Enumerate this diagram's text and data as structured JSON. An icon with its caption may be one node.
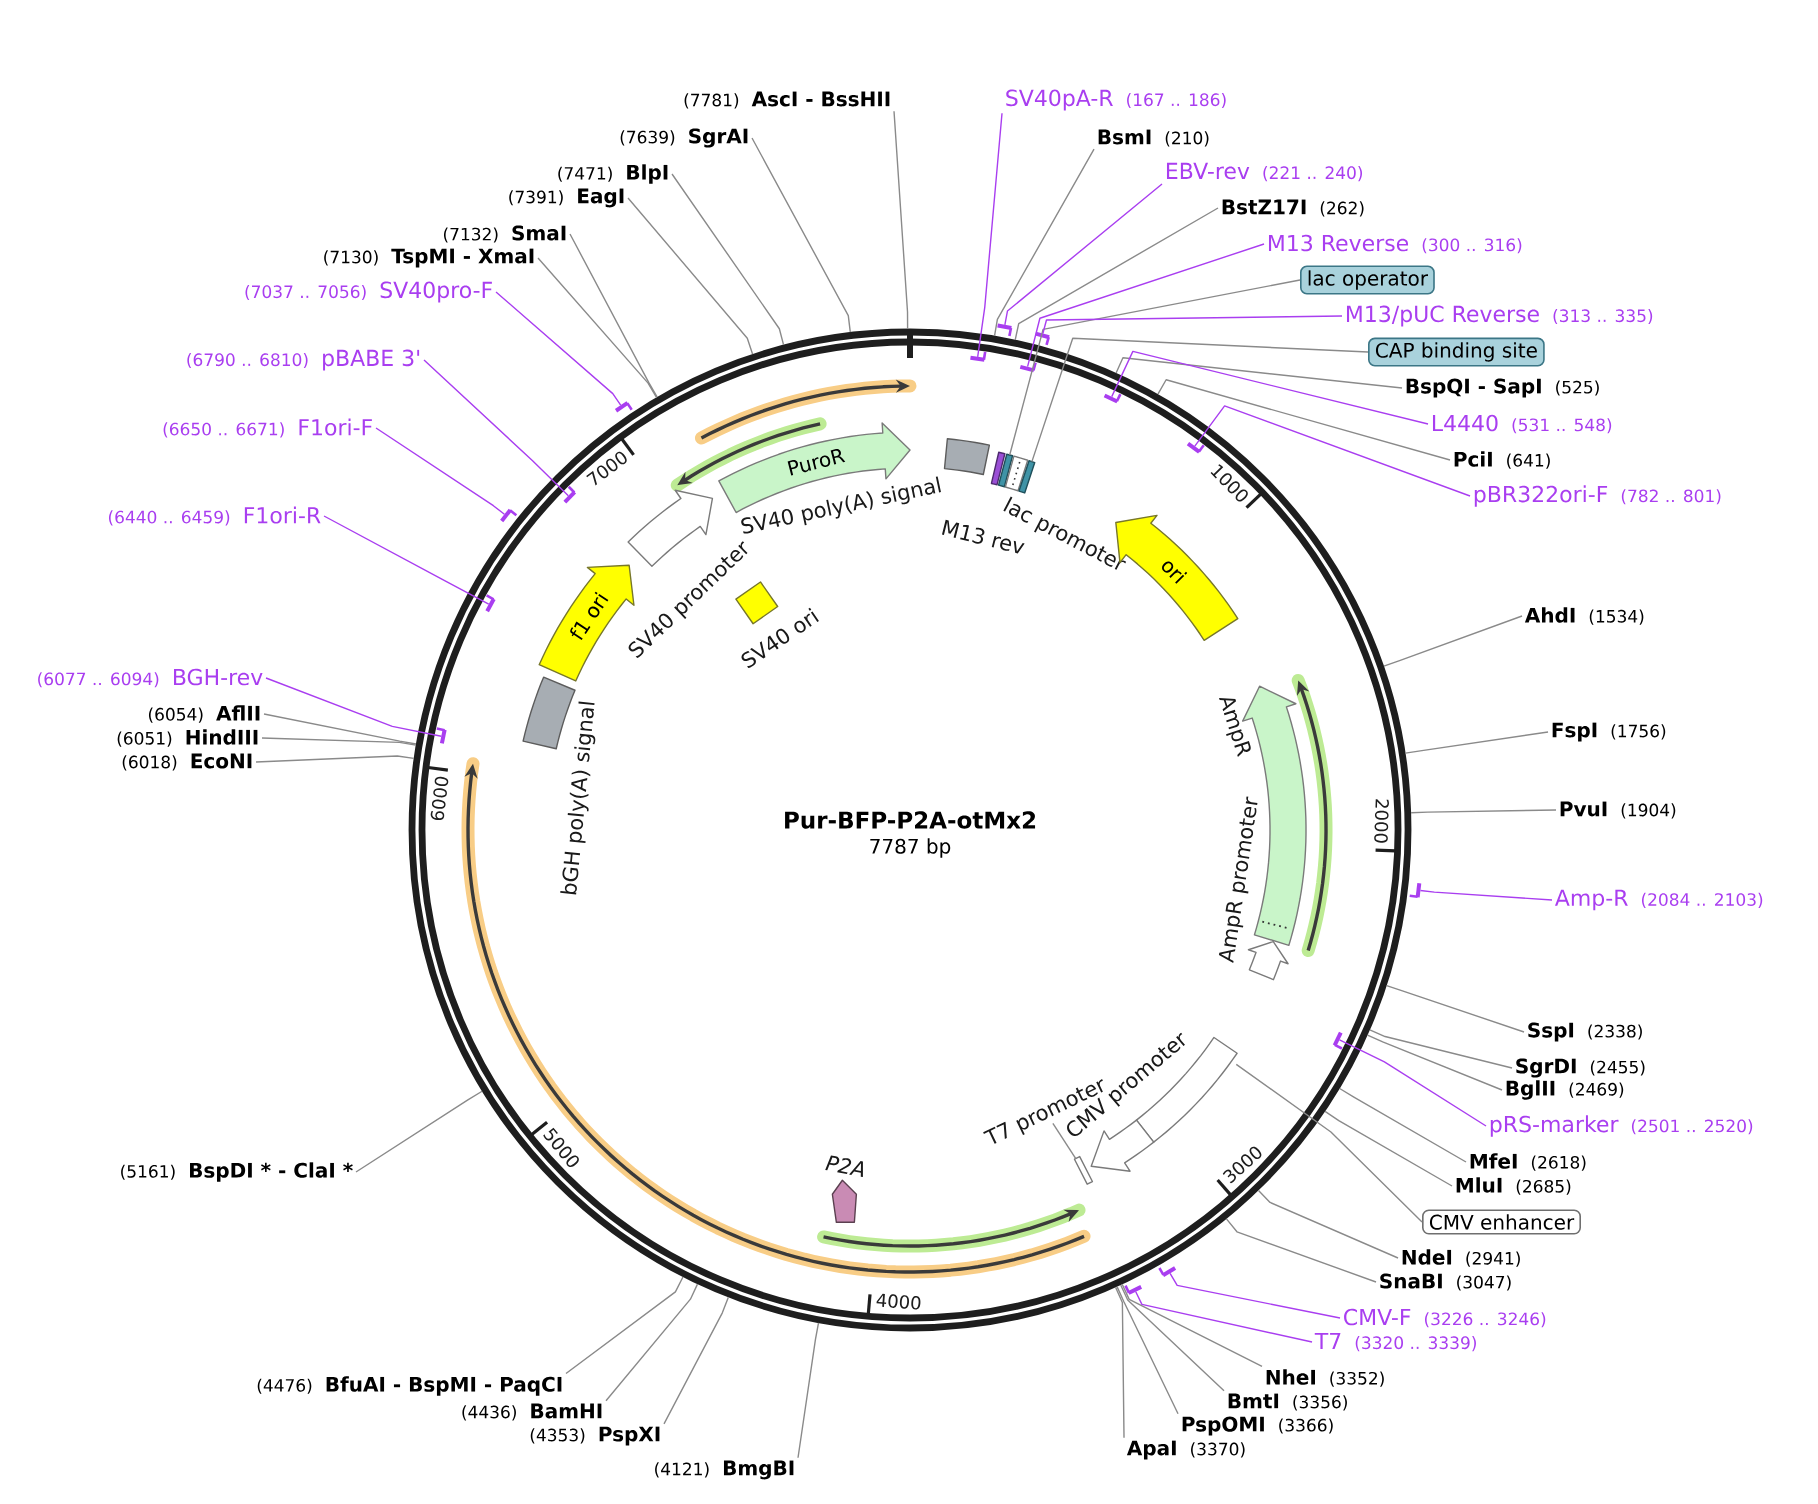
{
  "diagram": {
    "title": "Pur-BFP-P2A-otMx2",
    "nodes": [
      {
        "text": [],
        "shape": "circle"
      },
      {
        "text": [
          "PuroR"
        ],
        "in": 0
      },
      {
        "text": [
          "SV40 poly(A) signal"
        ],
        "in": 0
      },
      {
        "text": [
          "M13 rev"
        ],
        "in": 0
      },
      {
        "text": [],
        "shape": "box",
        "in": 0
      },
      {
        "text": [
          "lac promoter"
        ],
        "in": 0
      },
      {
        "text": [],
        "shape": "box",
        "in": 0
      },
      {
        "text": [
          "ori"
        ],
        "in": 0
      },
      {
        "text": [
          "AmpR"
        ],
        "in": 0
      },
      {
        "text": [
          "AmpR promoter"
        ],
        "in": 0
      },
      {
        "text": [],
        "shape": "box",
        "in": 0
      },
      {
        "text": [
          "CMV promoter"
        ],
        "in": 0
      },
      {
        "text": [
          "T7 promoter"
        ],
        "in": 0
      },
      {
        "text": [],
        "shape": "box",
        "in": 0
      },
      {
        "text": [
          "P2A"
        ],
        "in": 0
      },
      {
        "text": [
          "bGH poly(A) signal"
        ],
        "in": 0
      },
      {
        "text": [
          "f1 ori"
        ],
        "in": 0
      },
      {
        "text": [
          "SV40 promoter"
        ],
        "in": 0
      },
      {
        "text": [
          "SV40 ori"
        ],
        "in": 0
      },
      {
        "text": [
          "(7781)",
          "AscI - BssHII"
        ]
      },
      {
        "text": [
          "(7639)",
          "SgrAI"
        ]
      },
      {
        "text": [
          "(7471)",
          "BlpI"
        ]
      },
      {
        "text": [
          "(7391)",
          "EagI"
        ]
      },
      {
        "text": [
          "(7132)",
          "SmaI"
        ]
      },
      {
        "text": [
          "(7130)",
          "TspMI - XmaI"
        ]
      },
      {
        "text": [
          "(7037 .. 7056)",
          "SV40pro-F"
        ]
      },
      {
        "text": [
          "(6790 .. 6810)",
          "pBABE 3'"
        ]
      },
      {
        "text": [
          "(6650 .. 6671)",
          "F1ori-F"
        ]
      },
      {
        "text": [
          "(6440 .. 6459)",
          "F1ori-R"
        ]
      },
      {
        "text": [
          "(6077 .. 6094)",
          "BGH-rev"
        ]
      },
      {
        "text": [
          "(6054)",
          "AflII"
        ]
      },
      {
        "text": [
          "(6051)",
          "HindIII"
        ]
      },
      {
        "text": [
          "(6018)",
          "EcoNI"
        ]
      },
      {
        "text": [
          "(5161)",
          "BspDI * - ClaI *"
        ]
      },
      {
        "text": [
          "(4476)",
          "BfuAI - BspMI - PaqCI"
        ]
      },
      {
        "text": [
          "(4436)",
          "BamHI"
        ]
      },
      {
        "text": [
          "(4353)",
          "PspXI"
        ]
      },
      {
        "text": [
          "(4121)",
          "BmgBI"
        ]
      },
      {
        "text": [
          "SV40pA-R",
          "(167 .. 186)"
        ]
      },
      {
        "text": [
          "BsmI",
          "(210)"
        ]
      },
      {
        "text": [
          "EBV-rev",
          "(221 .. 240)"
        ]
      },
      {
        "text": [
          "BstZ17I",
          "(262)"
        ]
      },
      {
        "text": [
          "M13 Reverse",
          "(300 .. 316)"
        ]
      },
      {
        "text": [
          "lac operator"
        ]
      },
      {
        "text": [
          "M13/pUC Reverse",
          "(313 .. 335)"
        ]
      },
      {
        "text": [
          "CAP binding site"
        ]
      },
      {
        "text": [
          "BspQI - SapI",
          "(525)"
        ]
      },
      {
        "text": [
          "L4440",
          "(531 .. 548)"
        ]
      },
      {
        "text": [
          "PciI",
          "(641)"
        ]
      },
      {
        "text": [
          "pBR322ori-F",
          "(782 .. 801)"
        ]
      },
      {
        "text": [
          "AhdI",
          "(1534)"
        ]
      },
      {
        "text": [
          "FspI",
          "(1756)"
        ]
      },
      {
        "text": [
          "PvuI",
          "(1904)"
        ]
      },
      {
        "text": [
          "Amp-R",
          "(2084 .. 2103)"
        ]
      },
      {
        "text": [
          "SspI",
          "(2338)"
        ]
      },
      {
        "text": [
          "SgrDI",
          "(2455)"
        ]
      },
      {
        "text": [
          "BglII",
          "(2469)"
        ]
      },
      {
        "text": [
          "pRS-marker",
          "(2501 .. 2520)"
        ]
      },
      {
        "text": [
          "MfeI",
          "(2618)"
        ]
      },
      {
        "text": [
          "MluI",
          "(2685)"
        ]
      },
      {
        "text": [
          "CMV enhancer"
        ]
      },
      {
        "text": [
          "NdeI",
          "(2941)"
        ]
      },
      {
        "text": [
          "SnaBI",
          "(3047)"
        ]
      },
      {
        "text": [
          "CMV-F",
          "(3226 .. 3246)"
        ]
      },
      {
        "text": [
          "T7",
          "(3320 .. 3339)"
        ]
      },
      {
        "text": [
          "NheI",
          "(3352)"
        ]
      },
      {
        "text": [
          "BmtI",
          "(3356)"
        ]
      },
      {
        "text": [
          "PspOMI",
          "(3366)"
        ]
      },
      {
        "text": [
          "ApaI",
          "(3370)"
        ]
      },
      {
        "text": [],
        "shape": "bar"
      },
      {
        "text": [],
        "shape": "bar",
        "in": 0
      },
      {
        "text": [],
        "shape": "bar"
      },
      {
        "text": [],
        "shape": "bar",
        "in": 0
      },
      {
        "text": [],
        "shape": "bar",
        "in": 0
      },
      {
        "text": [],
        "shape": "bar",
        "in": 0
      },
      {
        "text": [],
        "shape": "bar"
      },
      {
        "text": [],
        "shape": "bar",
        "in": 0
      },
      {
        "text": [],
        "shape": "bar"
      },
      {
        "text": [],
        "shape": "bar",
        "in": 0
      },
      {
        "text": [],
        "shape": "bar",
        "in": 0
      },
      {
        "text": [],
        "shape": "bar"
      },
      {
        "text": [],
        "shape": "bar",
        "in": 0
      },
      {
        "text": [],
        "shape": "bar"
      },
      {
        "text": [],
        "shape": "bar"
      }
    ],
    "edges": [
      {
        "from": 19,
        "to": 0,
        "arrow": "none"
      },
      {
        "from": 20,
        "to": 0,
        "arrow": "none"
      },
      {
        "from": 21,
        "to": 0,
        "arrow": "none"
      },
      {
        "from": 22,
        "to": 0,
        "arrow": "none"
      },
      {
        "from": 23,
        "to": 0,
        "arrow": "none"
      },
      {
        "from": 24,
        "to": 0,
        "arrow": "none"
      },
      {
        "from": 25,
        "to": 69,
        "arrow": "none",
        "color": "#a93ef0"
      },
      {
        "from": 26,
        "to": 70,
        "arrow": "none",
        "color": "#a93ef0"
      },
      {
        "from": 27,
        "to": 71,
        "arrow": "none",
        "color": "#a93ef0"
      },
      {
        "from": 28,
        "to": 72,
        "arrow": "none",
        "color": "#a93ef0"
      },
      {
        "from": 29,
        "to": 73,
        "arrow": "none",
        "color": "#a93ef0"
      },
      {
        "from": 30,
        "to": 0,
        "arrow": "none"
      },
      {
        "from": 31,
        "to": 0,
        "arrow": "none"
      },
      {
        "from": 32,
        "to": 0,
        "arrow": "none"
      },
      {
        "from": 33,
        "to": 0,
        "arrow": "none"
      },
      {
        "from": 34,
        "to": 0,
        "arrow": "none"
      },
      {
        "from": 35,
        "to": 0,
        "arrow": "none"
      },
      {
        "from": 36,
        "to": 0,
        "arrow": "none"
      },
      {
        "from": 37,
        "to": 0,
        "arrow": "none"
      },
      {
        "from": 38,
        "to": 74,
        "arrow": "none",
        "color": "#a93ef0"
      },
      {
        "from": 39,
        "to": 0,
        "arrow": "none"
      },
      {
        "from": 40,
        "to": 75,
        "arrow": "none",
        "color": "#a93ef0"
      },
      {
        "from": 41,
        "to": 0,
        "arrow": "none"
      },
      {
        "from": 42,
        "to": 76,
        "arrow": "none",
        "color": "#a93ef0"
      },
      {
        "from": 43,
        "to": 4,
        "arrow": "none"
      },
      {
        "from": 44,
        "to": 77,
        "arrow": "none",
        "color": "#a93ef0"
      },
      {
        "from": 45,
        "to": 6,
        "arrow": "none"
      },
      {
        "from": 46,
        "to": 0,
        "arrow": "none"
      },
      {
        "from": 47,
        "to": 78,
        "arrow": "none",
        "color": "#a93ef0"
      },
      {
        "from": 48,
        "to": 0,
        "arrow": "none"
      },
      {
        "from": 49,
        "to": 79,
        "arrow": "none",
        "color": "#a93ef0"
      },
      {
        "from": 50,
        "to": 0,
        "arrow": "none"
      },
      {
        "from": 51,
        "to": 0,
        "arrow": "none"
      },
      {
        "from": 52,
        "to": 0,
        "arrow": "none"
      },
      {
        "from": 53,
        "to": 80,
        "arrow": "none",
        "color": "#a93ef0"
      },
      {
        "from": 54,
        "to": 0,
        "arrow": "none"
      },
      {
        "from": 55,
        "to": 0,
        "arrow": "none"
      },
      {
        "from": 56,
        "to": 0,
        "arrow": "none"
      },
      {
        "from": 57,
        "to": 81,
        "arrow": "none",
        "color": "#a93ef0"
      },
      {
        "from": 58,
        "to": 0,
        "arrow": "none"
      },
      {
        "from": 59,
        "to": 0,
        "arrow": "none"
      },
      {
        "from": 60,
        "to": 10,
        "arrow": "none"
      },
      {
        "from": 61,
        "to": 0,
        "arrow": "none"
      },
      {
        "from": 62,
        "to": 0,
        "arrow": "none"
      },
      {
        "from": 63,
        "to": 82,
        "arrow": "none",
        "color": "#a93ef0"
      },
      {
        "from": 64,
        "to": 83,
        "arrow": "none",
        "color": "#a93ef0"
      },
      {
        "from": 65,
        "to": 0,
        "arrow": "none"
      },
      {
        "from": 66,
        "to": 0,
        "arrow": "none"
      },
      {
        "from": 67,
        "to": 0,
        "arrow": "none"
      },
      {
        "from": 68,
        "to": 0,
        "arrow": "none"
      },
      {
        "from": 12,
        "to": 13,
        "arrow": "none"
      }
    ],
    "labels": [
      "7000",
      "1000",
      "6000",
      "2000",
      "7787 bp",
      "5000",
      "3000",
      "4000"
    ]
  }
}
